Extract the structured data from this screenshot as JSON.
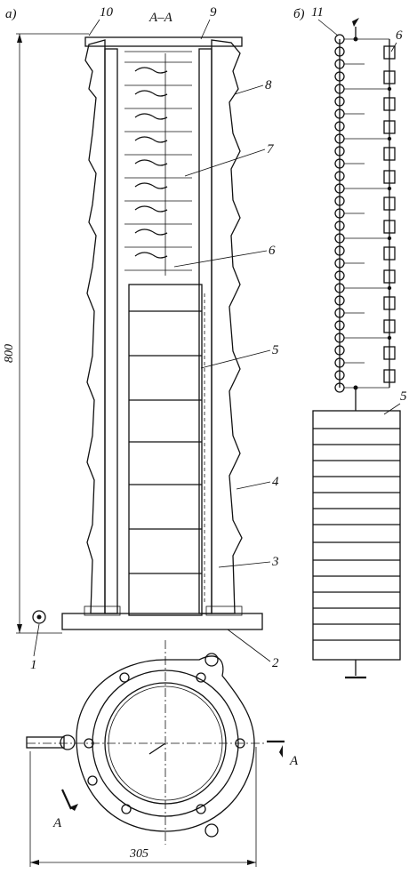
{
  "panels": {
    "a": "а)",
    "b": "б)"
  },
  "section_label": "A–A",
  "section_marker": "A",
  "dimensions": {
    "height": "800",
    "width": "305"
  },
  "callouts": {
    "n1": "1",
    "n2": "2",
    "n3": "3",
    "n4": "4",
    "n5_left": "5",
    "n6_left": "6",
    "n7": "7",
    "n8": "8",
    "n9": "9",
    "n10": "10",
    "n11": "11",
    "n6_right": "6",
    "n5_right": "5"
  },
  "colors": {
    "ink": "#111111",
    "paper": "#ffffff"
  }
}
